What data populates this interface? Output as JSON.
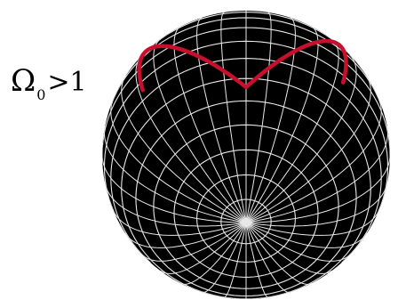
{
  "label": {
    "symbol": "Ω",
    "subscript": "0",
    "relation": ">1"
  },
  "sphere": {
    "fill": "#000000",
    "grid_color": "#e8e8e8",
    "triangle_color": "#c8102e"
  }
}
